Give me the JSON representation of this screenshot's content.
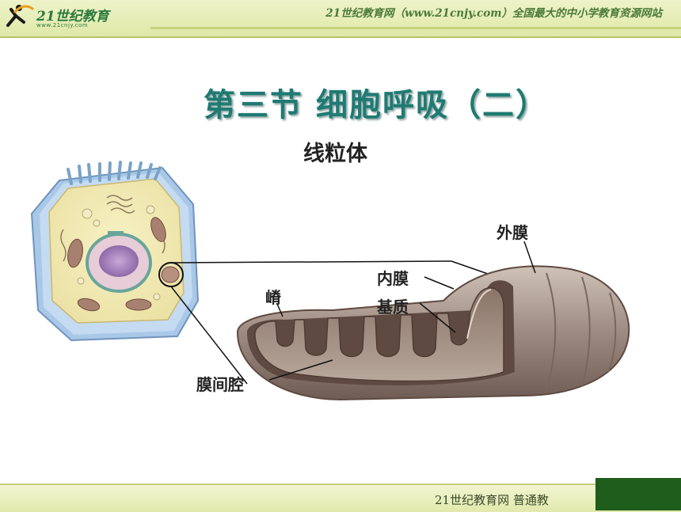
{
  "header": {
    "logo_name": "21世纪教育",
    "logo_url": "www.21cnjy.com",
    "site_line": "21世纪教育网（www.21cnjy.com）全国最大的中小学教育资源网站"
  },
  "slide": {
    "title": "第三节  细胞呼吸（二）",
    "subtitle": "线粒体"
  },
  "diagram_labels": {
    "outer_membrane": "外膜",
    "inner_membrane": "内膜",
    "matrix": "基质",
    "cristae": "嵴",
    "intermembrane_space": "膜间腔"
  },
  "footer": {
    "text": "21世纪教育网   普通教"
  },
  "colors": {
    "title": "#1f7a73",
    "header_bg": "#e4ecb4",
    "footer_block": "#1f5d1c"
  }
}
